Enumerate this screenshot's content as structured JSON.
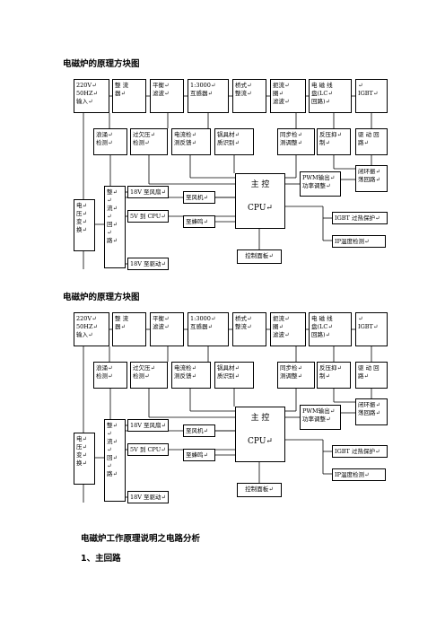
{
  "headings": {
    "diagram1_title": "电磁炉的原理方块图",
    "diagram2_title": "电磁炉的原理方块图",
    "section_title": "电磁炉工作原理说明之电路分析",
    "subsection_title": "1、主回路"
  },
  "blocks": {
    "input": "220V↵\n50HZ↵\n输入↵",
    "rectifier": "整 流\n器↵",
    "filter": "平衡↵\n滤波↵",
    "transformer": "1:3000↵\n互感器↵",
    "bridge": "桥式↵\n整流↵",
    "choke": "扼流↵\n圈↵\n滤波↵",
    "coil": "电 磁 线\n盘(LC↵\n回路)↵",
    "igbt": "↵\nIGBT↵",
    "surge": "浪涌↵\n检测↵",
    "overvoltage": "过欠压↵\n检测↵",
    "current": "电流检↵\n测反馈↵",
    "pot": "锅具材↵\n质识别↵",
    "sync": "同步检↵\n测调整↵",
    "backpressure": "反压抑↵\n制↵",
    "driver": "驱 动 回\n路↵",
    "closedloop": "闭环振↵\n荡回路↵",
    "power_transform": "电↵\n压↵\n变↵\n换↵",
    "regulator": "整↵\n↵\n流↵\n↵\n回↵\n↵\n路↵",
    "out_18v_fan": "18V 至风扇↵",
    "out_5v_cpu": "5V 到 CPU↵",
    "out_18v_driver": "18V 至驱动↵",
    "fan": "至风机↵",
    "buzzer": "至蜂鸣↵",
    "cpu": "主    控\n\nCPU↵",
    "panel": "控制面板↵",
    "pwm": "PWM输出↵\n功率调整↵",
    "igbt_protect": "IGBT 过热保护↵",
    "igbt_temp": "IP温度检测↵"
  }
}
